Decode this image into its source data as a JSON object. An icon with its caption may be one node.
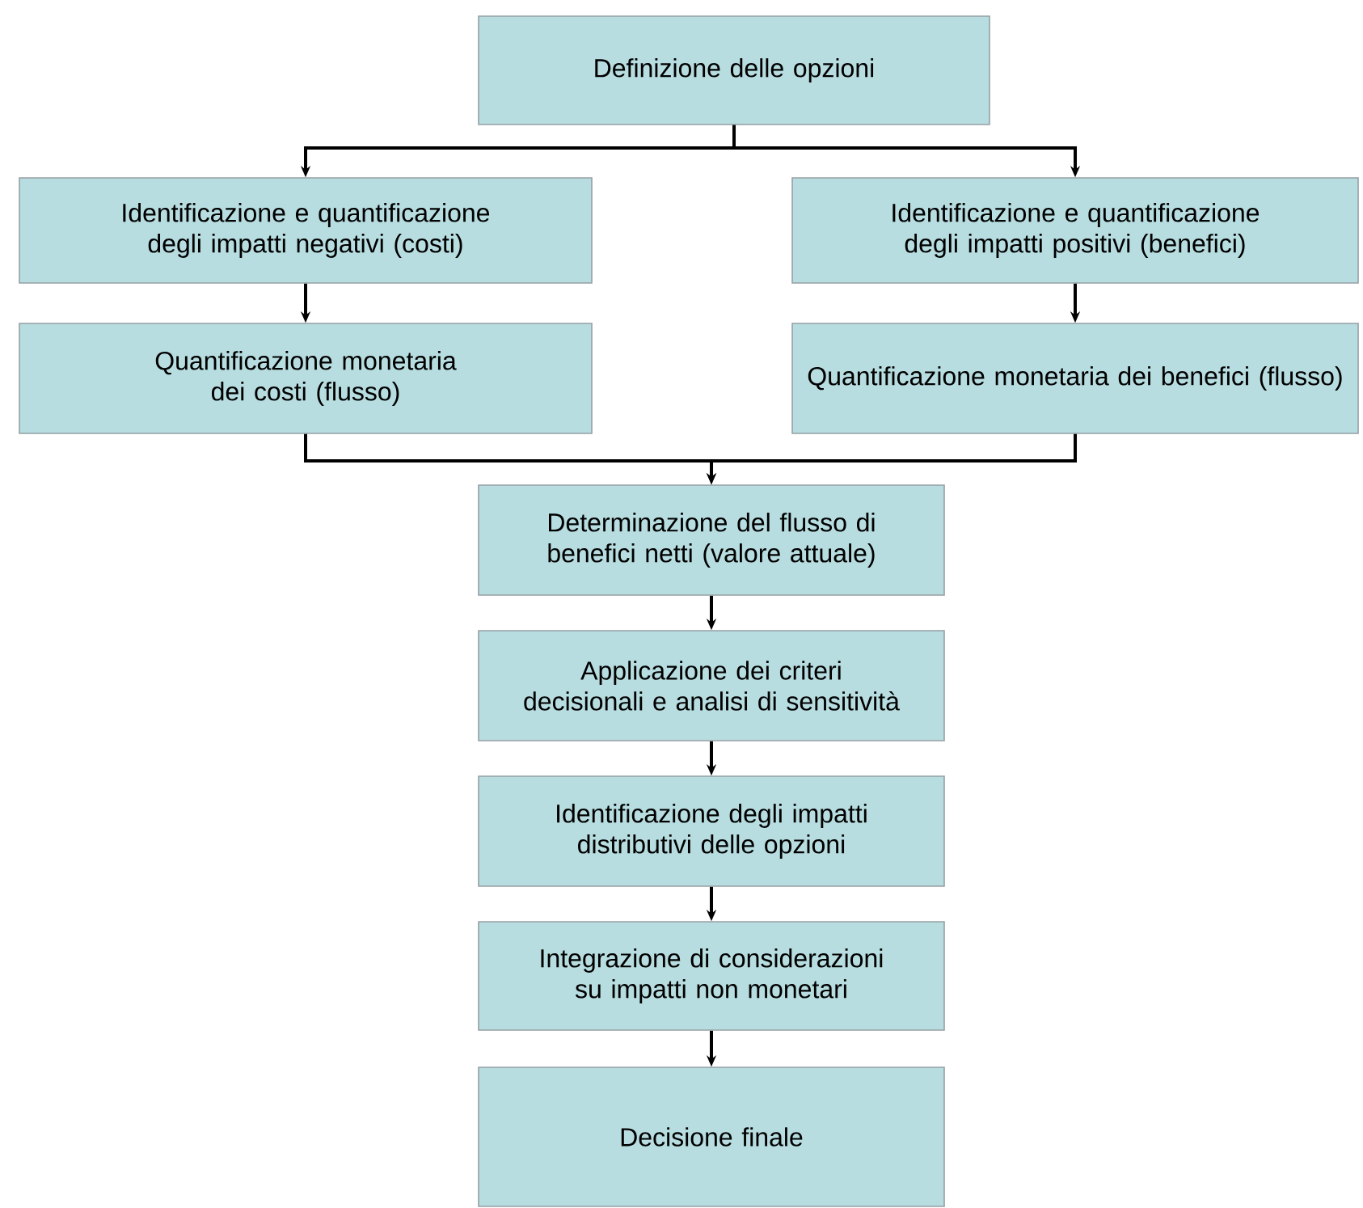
{
  "diagram": {
    "nodes": [
      {
        "text": [
          "Definizione delle opzioni"
        ]
      },
      {
        "text": [
          "Identificazione e quantificazione degli impatti negativi (costi)"
        ]
      },
      {
        "text": [
          "Identificazione e quantificazione degli impatti positivi (benefici)"
        ]
      },
      {
        "text": [
          "Quantificazione monetaria dei costi (flusso)"
        ]
      },
      {
        "text": [
          "Quantificazione monetaria dei benefici (flusso)"
        ]
      },
      {
        "text": [
          "Determinazione del flusso di benefici netti (valore attuale)"
        ]
      },
      {
        "text": [
          "Applicazione dei criteri decisionali e analisi di sensitività"
        ]
      },
      {
        "text": [
          "Identificazione degli impatti distributivi delle opzioni"
        ]
      },
      {
        "text": [
          "Integrazione di considerazioni su impatti non monetari"
        ]
      },
      {
        "text": [
          "Decisione finale"
        ]
      }
    ],
    "edges": [
      {
        "from": 0,
        "to": 1,
        "arrow": "to"
      },
      {
        "from": 0,
        "to": 2,
        "arrow": "to"
      },
      {
        "from": 1,
        "to": 3,
        "arrow": "to"
      },
      {
        "from": 2,
        "to": 4,
        "arrow": "to"
      },
      {
        "from": 3,
        "to": 5,
        "arrow": "to"
      },
      {
        "from": 4,
        "to": 5,
        "arrow": "to"
      },
      {
        "from": 5,
        "to": 6,
        "arrow": "to"
      },
      {
        "from": 6,
        "to": 7,
        "arrow": "to"
      },
      {
        "from": 7,
        "to": 8,
        "arrow": "to"
      },
      {
        "from": 8,
        "to": 9,
        "arrow": "to"
      }
    ]
  }
}
